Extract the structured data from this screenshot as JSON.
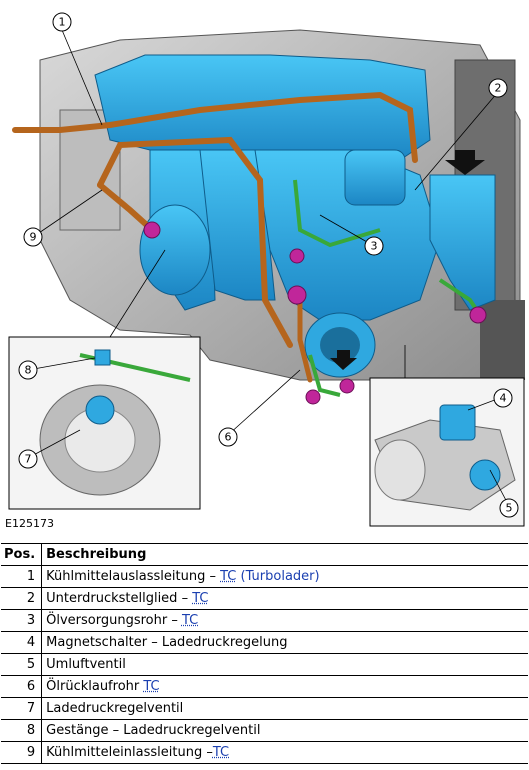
{
  "figure": {
    "id_label": "E125173",
    "callouts": [
      "1",
      "2",
      "3",
      "4",
      "5",
      "6",
      "7",
      "8",
      "9"
    ]
  },
  "table": {
    "headers": {
      "pos": "Pos.",
      "desc": "Beschreibung"
    },
    "rows": [
      {
        "pos": "1",
        "text": "Kühlmittelauslassleitung – ",
        "link": "TC",
        "extra": " (Turbolader)"
      },
      {
        "pos": "2",
        "text": "Unterdruckstellglied – ",
        "link": "TC",
        "extra": ""
      },
      {
        "pos": "3",
        "text": "Ölversorgungsrohr – ",
        "link": "TC",
        "extra": ""
      },
      {
        "pos": "4",
        "text": "Magnetschalter – Ladedruckregelung",
        "link": "",
        "extra": ""
      },
      {
        "pos": "5",
        "text": "Umluftventil",
        "link": "",
        "extra": ""
      },
      {
        "pos": "6",
        "text": "Ölrücklaufrohr ",
        "link": "TC",
        "extra": ""
      },
      {
        "pos": "7",
        "text": "Ladedruckregelventil",
        "link": "",
        "extra": ""
      },
      {
        "pos": "8",
        "text": "Gestänge – Ladedruckregelventil",
        "link": "",
        "extra": ""
      },
      {
        "pos": "9",
        "text": "Kühlmitteleinlassleitung –",
        "link": "TC",
        "extra": ""
      }
    ]
  },
  "colors": {
    "link": "#1a3fb0",
    "turbo": "#2fa8e0",
    "pipe": "#b5651d",
    "fastener": "#c0269a",
    "hose": "#39a83a"
  }
}
